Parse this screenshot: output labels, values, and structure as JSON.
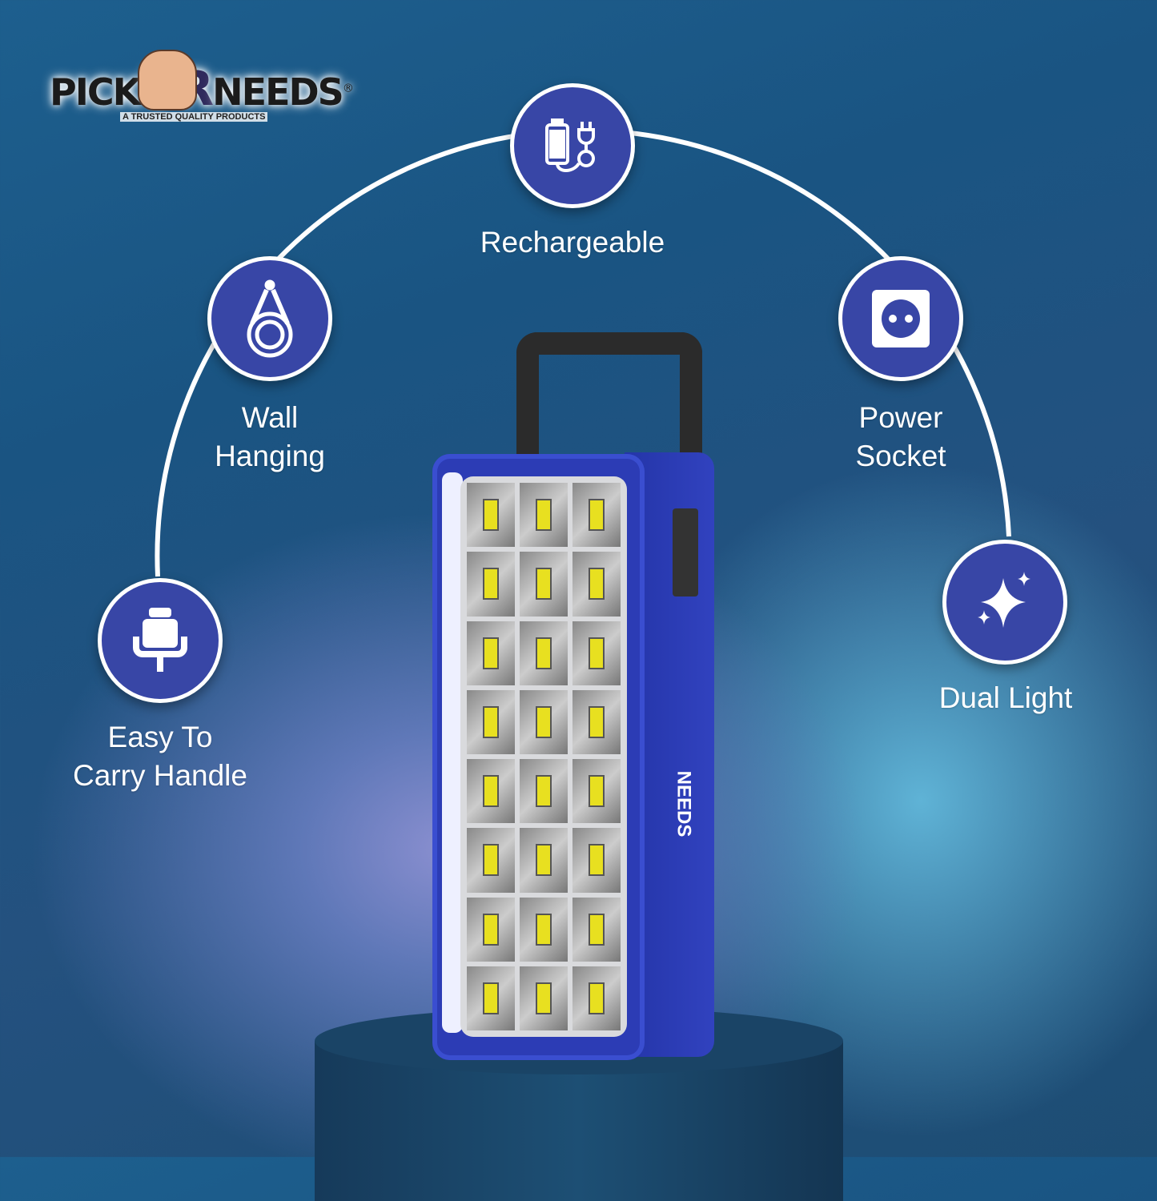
{
  "brand": {
    "name_left": "PICK",
    "name_mid": "UR",
    "name_right": "NEEDS",
    "registered": "®",
    "tagline": "A TRUSTED QUALITY PRODUCTS"
  },
  "features": [
    {
      "label": "Rechargeable",
      "icon": "battery-plug-icon"
    },
    {
      "label_line1": "Wall",
      "label_line2": "Hanging",
      "icon": "hanging-lamp-icon"
    },
    {
      "label_line1": "Power",
      "label_line2": "Socket",
      "icon": "power-socket-icon"
    },
    {
      "label_line1": "Easy To",
      "label_line2": "Carry Handle",
      "icon": "carry-handle-icon"
    },
    {
      "label": "Dual Light",
      "icon": "sparkle-icon"
    }
  ],
  "colors": {
    "icon_circle": "#3846a6",
    "lamp_body": "#2a3ab0",
    "led": "#e8e020"
  }
}
